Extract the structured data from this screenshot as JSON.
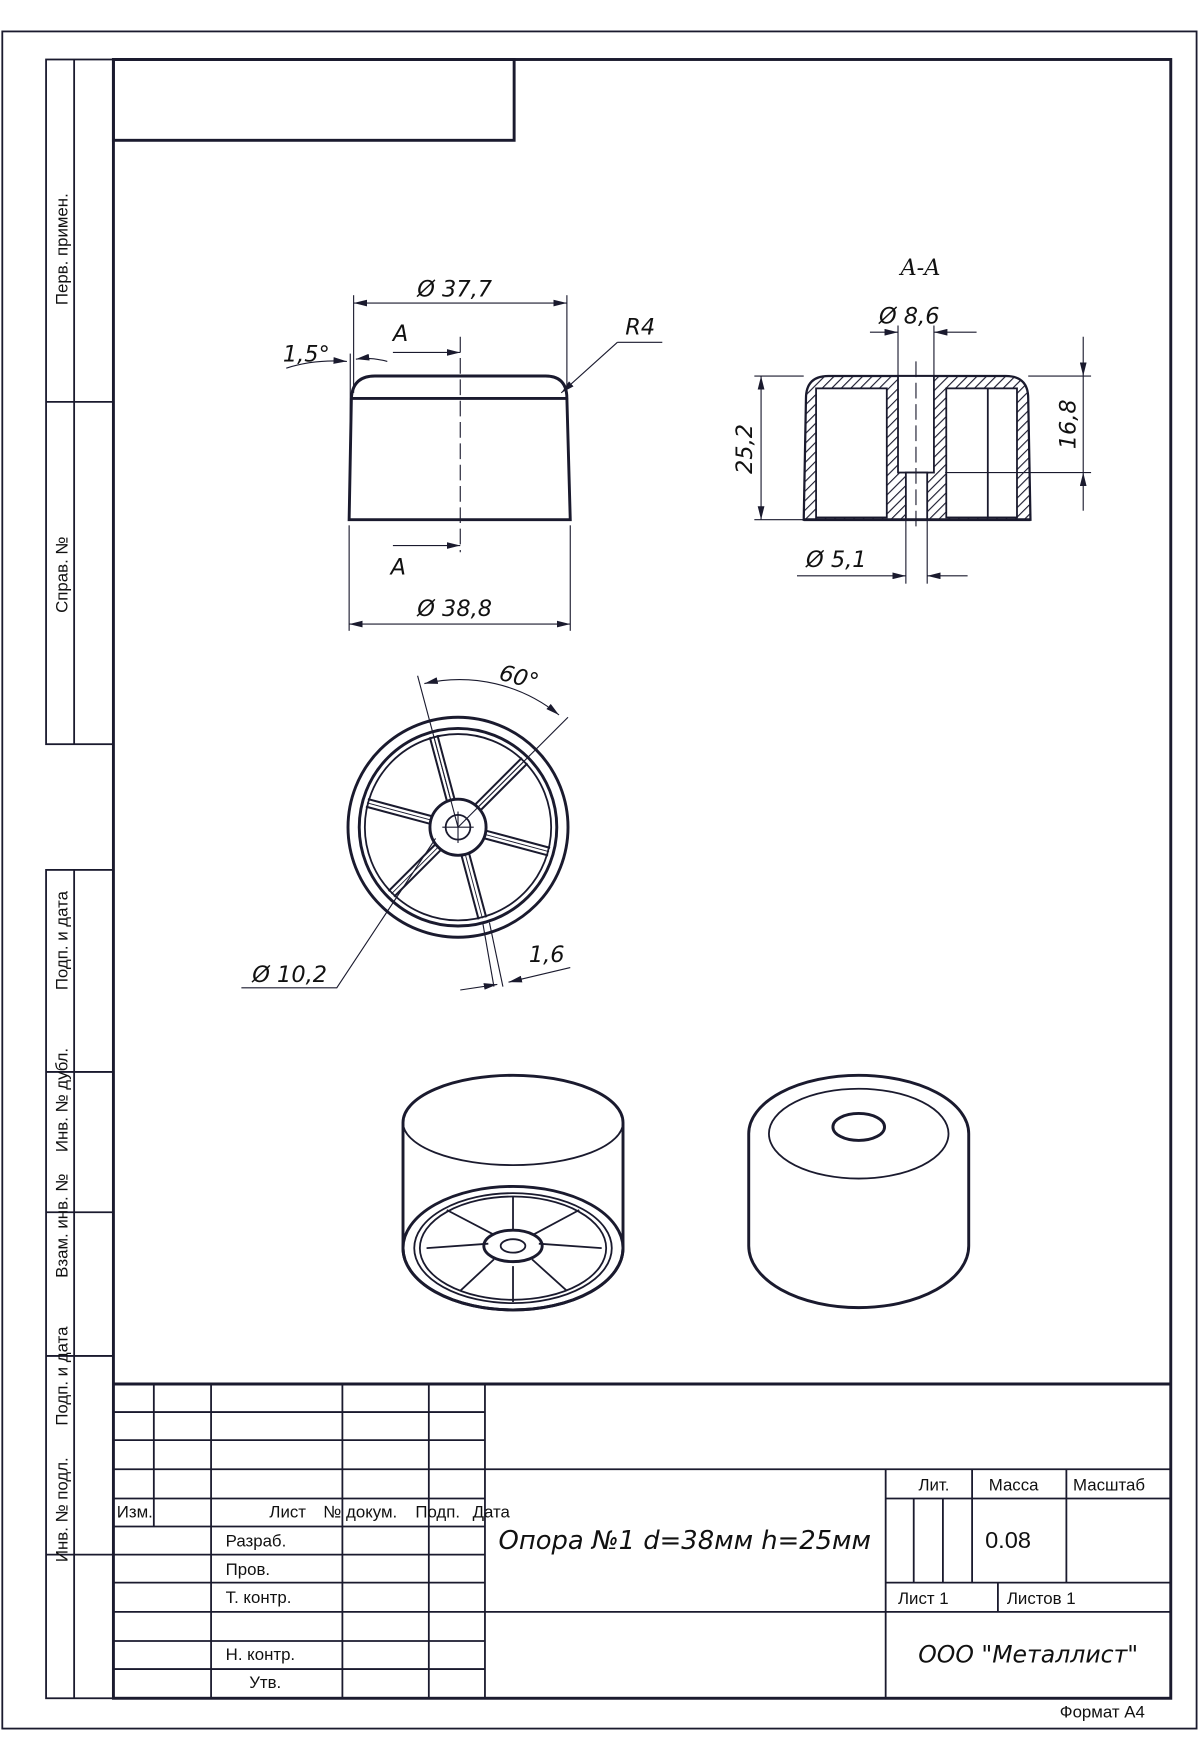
{
  "side_strip": {
    "perv_primen": "Перв. примен.",
    "sprav_no": "Справ. №",
    "podp_data_1": "Подп. и дата",
    "inv_dubl": "Инв. № дубл.",
    "vzam_inv": "Взам. инв. №",
    "podp_data_2": "Подп. и дата",
    "inv_podl": "Инв. № подл."
  },
  "front_view": {
    "dia_top": "Ø 37,7",
    "dia_bottom": "Ø 38,8",
    "angle": "1,5°",
    "radius": "R4",
    "section_mark": "A"
  },
  "section_view": {
    "title": "A-A",
    "dia_bore": "Ø 8,6",
    "dia_hole": "Ø 5,1",
    "height": "25,2",
    "depth": "16,8"
  },
  "bottom_view": {
    "angle": "60°",
    "dia_hub": "Ø 10,2",
    "rib": "1,6"
  },
  "title_block": {
    "izm": "Изм.",
    "list": "Лист",
    "no_dokum": "№ докум.",
    "podp": "Подп.",
    "data": "Дата",
    "razrab": "Разраб.",
    "prov": "Пров.",
    "t_kontr": "Т. контр.",
    "n_kontr": "Н. контр.",
    "utv": "Утв.",
    "title": "Опора №1 d=38мм h=25мм",
    "lit": "Лит.",
    "massa": "Масса",
    "masshtab": "Масштаб",
    "massa_value": "0.08",
    "sheet": "Лист 1",
    "sheets": "Листов 1",
    "company": "ООО \"Металлист\"",
    "format": "Формат А4"
  }
}
